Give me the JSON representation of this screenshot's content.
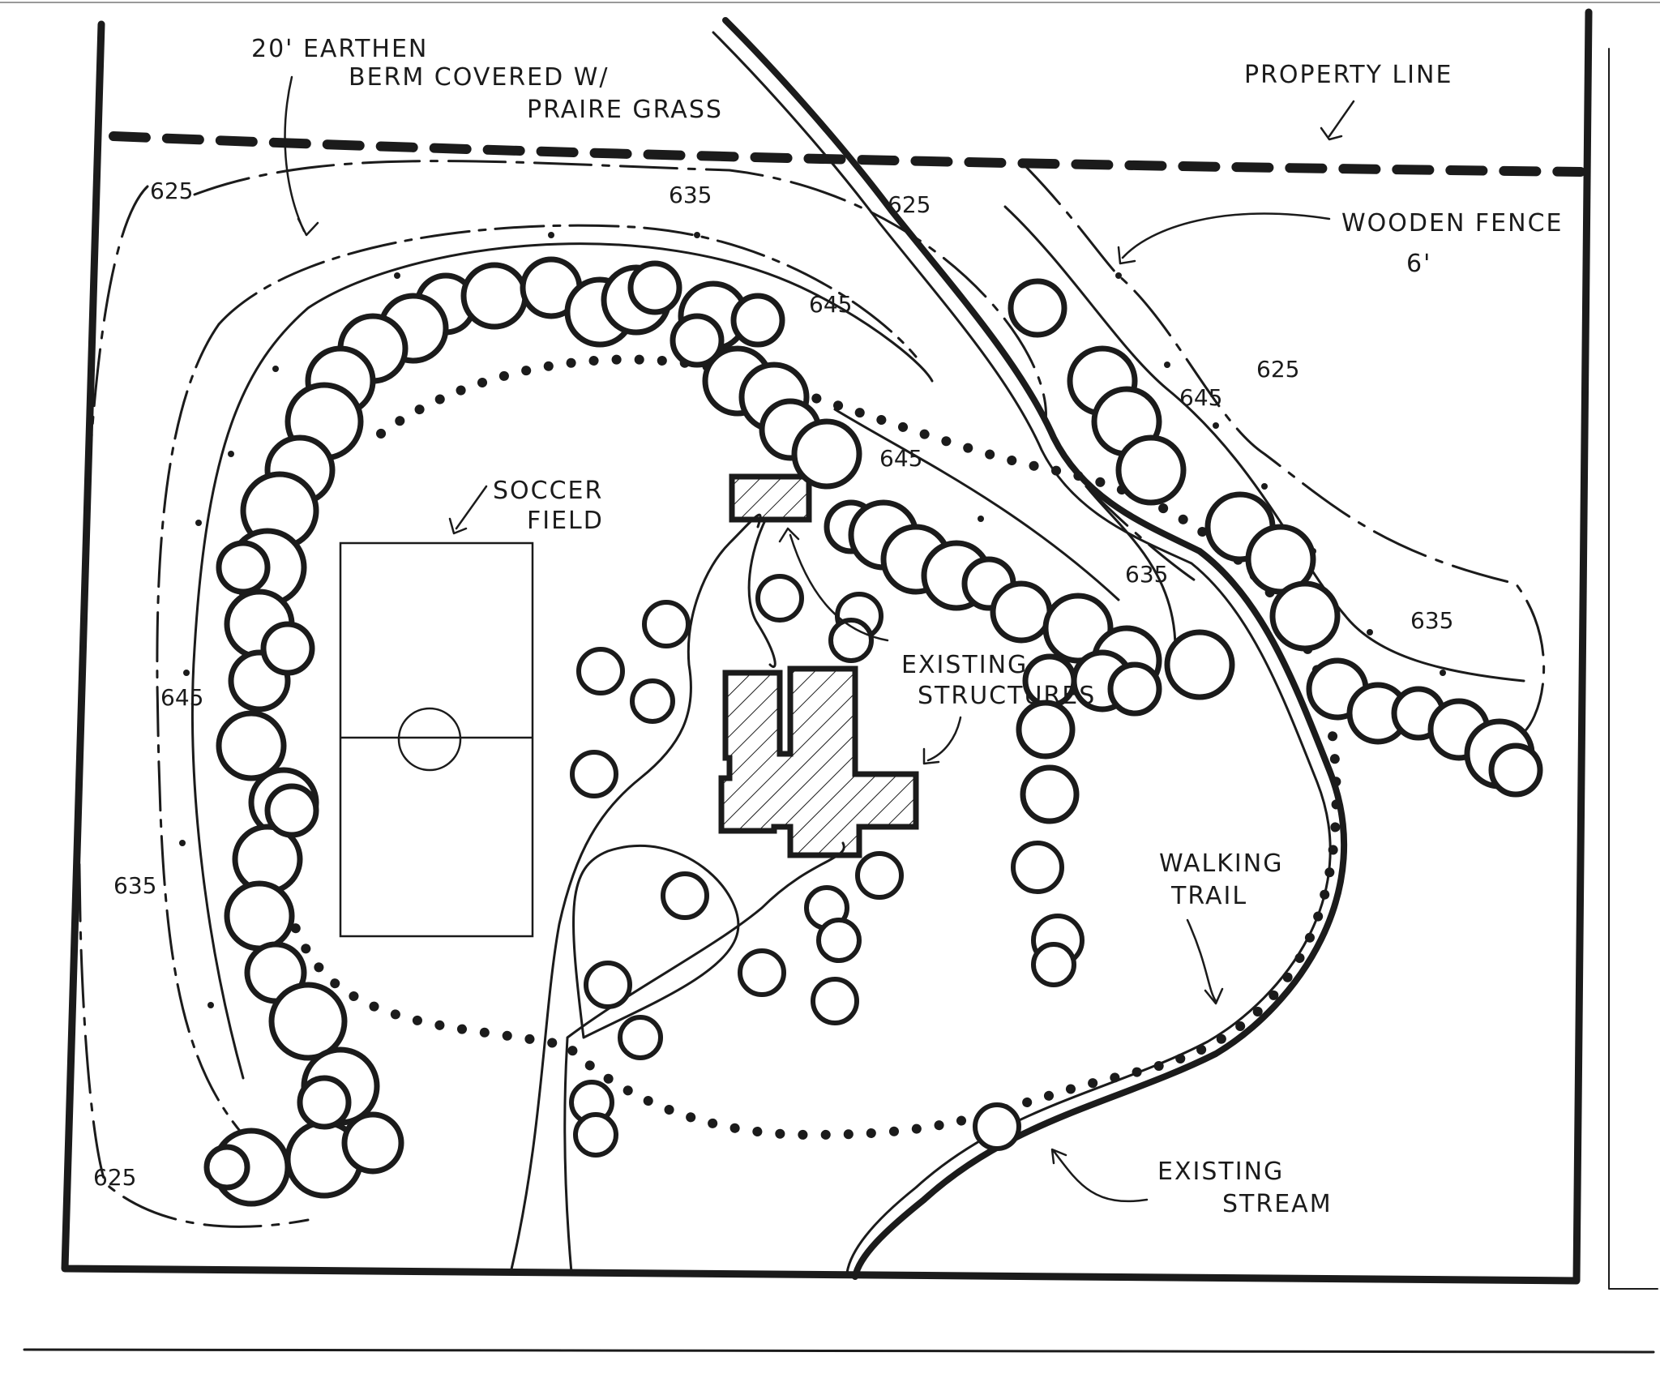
{
  "labels": {
    "berm_line1": "20' EARTHEN",
    "berm_line2": "BERM COVERED W/",
    "berm_line3": "PRAIRE GRASS",
    "property_line": "PROPERTY LINE",
    "wooden_fence_line1": "WOODEN FENCE",
    "wooden_fence_line2": "6'",
    "soccer_line1": "SOCCER",
    "soccer_line2": "FIELD",
    "structures_line1": "EXISTING",
    "structures_line2": "STRUCTURES",
    "trail_line1": "WALKING",
    "trail_line2": "TRAIL",
    "stream_line1": "EXISTING",
    "stream_line2": "STREAM"
  },
  "contours": {
    "c625_a": "625",
    "c635_a": "635",
    "c625_b": "625",
    "c645_a": "645",
    "c645_b": "645",
    "c645_c": "645",
    "c625_c": "625",
    "c635_b": "635",
    "c635_c": "635",
    "c645_d": "645",
    "c635_d": "635",
    "c625_d": "625"
  },
  "colors": {
    "ink": "#1b1b1b",
    "paper": "#ffffff"
  }
}
